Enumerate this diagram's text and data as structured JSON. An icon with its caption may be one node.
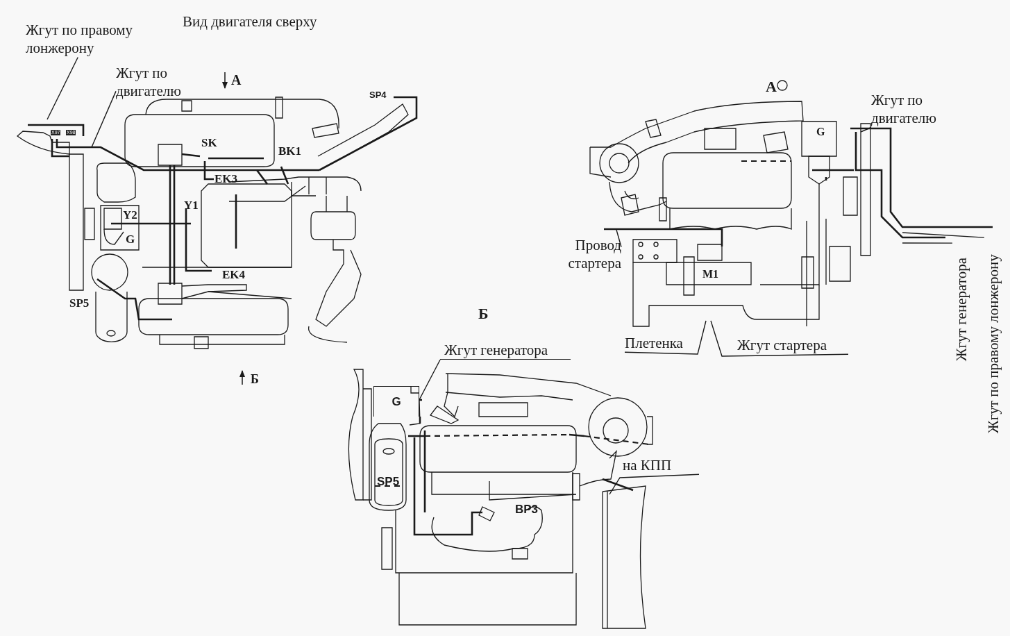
{
  "diagram": {
    "nodes": [
      {
        "text": [
          "Жгут по правому лонжерону"
        ]
      },
      {
        "text": [
          "Жгут по двигателю"
        ]
      },
      {
        "text": [
          "Провод стартера"
        ]
      },
      {
        "text": [
          "Жгут по двигателю"
        ]
      },
      {
        "text": [
          "Жгут генератора"
        ]
      },
      {
        "text": [
          "Жгут по правому лонжерону"
        ]
      },
      {
        "text": [
          "Плетенка"
        ]
      },
      {
        "text": [
          "Жгут стартера"
        ]
      },
      {
        "text": [
          "Жгут генератора"
        ]
      },
      {
        "text": [
          "на КПП"
        ]
      },
      {
        "text": [
          "G"
        ]
      }
    ],
    "edges": [
      {
        "from": 0,
        "to": null,
        "arrow": "none"
      },
      {
        "from": 1,
        "to": null,
        "arrow": "none"
      },
      {
        "from": 2,
        "to": null,
        "arrow": "none"
      },
      {
        "from": 3,
        "to": null,
        "arrow": "none"
      },
      {
        "from": 4,
        "to": null,
        "arrow": "none"
      },
      {
        "from": 5,
        "to": null,
        "arrow": "none"
      },
      {
        "from": 6,
        "to": null,
        "arrow": "none"
      },
      {
        "from": 7,
        "to": null,
        "arrow": "none"
      },
      {
        "from": 8,
        "to": 10,
        "arrow": "none"
      },
      {
        "from": 9,
        "to": null,
        "arrow": "none"
      }
    ],
    "labels": [
      "Вид двигателя сверху",
      "А",
      "SP4",
      "X97",
      "X98",
      "SK",
      "BK1",
      "EK3",
      "Y2",
      "Y1",
      "G",
      "EK4",
      "SP5",
      "Б",
      "А",
      "G",
      "M1",
      "Б",
      "SP5",
      "BP3"
    ]
  }
}
